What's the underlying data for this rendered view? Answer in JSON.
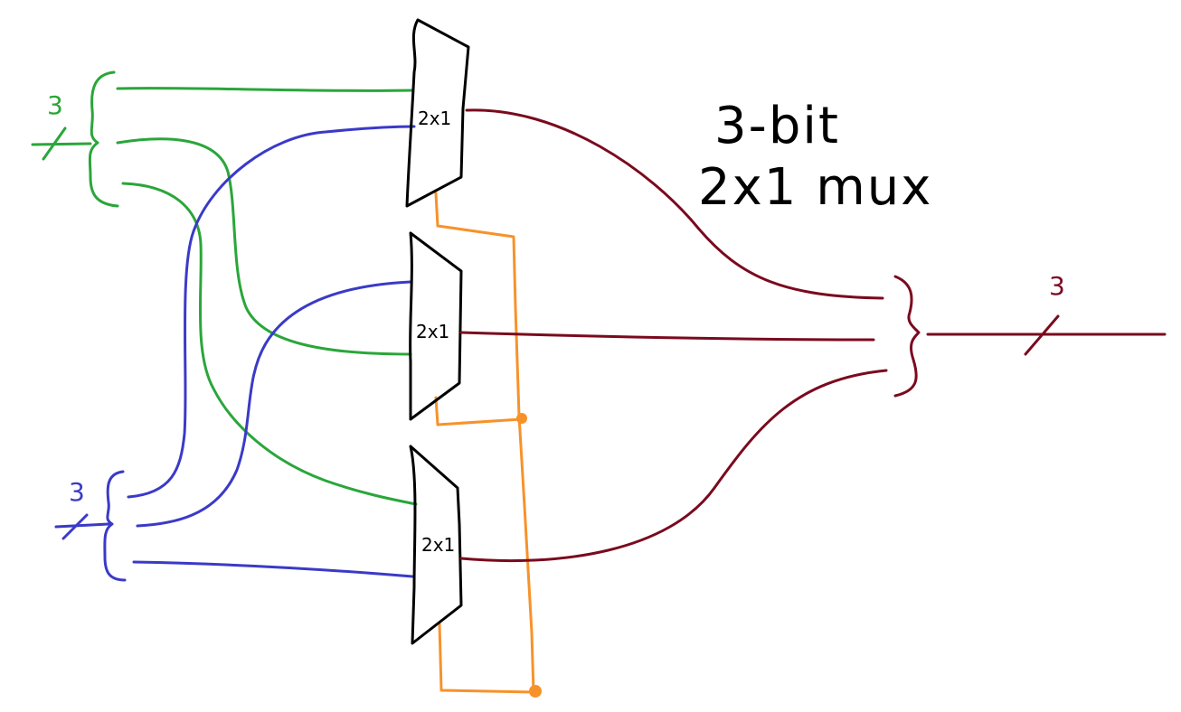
{
  "title": {
    "line1": "3-bit",
    "line2": "2x1 mux"
  },
  "muxes": [
    {
      "label": "2x1"
    },
    {
      "label": "2x1"
    },
    {
      "label": "2x1"
    }
  ],
  "buses": {
    "input_a": {
      "width": "3",
      "color": "#2aa63a"
    },
    "input_b": {
      "width": "3",
      "color": "#3a3ac8"
    },
    "output": {
      "width": "3",
      "color": "#7a0a1e"
    }
  },
  "colors": {
    "select": "#f7922a",
    "mux_outline": "#000000"
  }
}
